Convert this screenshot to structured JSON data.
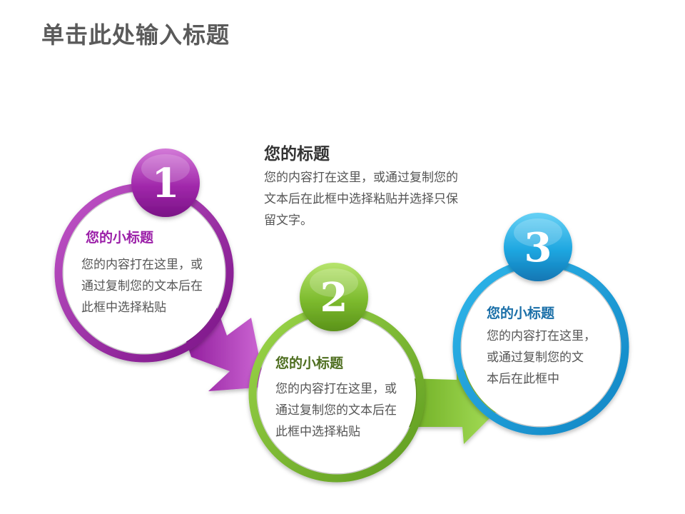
{
  "slide": {
    "title": "单击此处输入标题"
  },
  "header_block": {
    "title": "您的标题",
    "body_lines": [
      "您的内容打在这里，或通过复制您的",
      "文本后在此框中选择粘贴并选择只保",
      "留文字。"
    ]
  },
  "steps": [
    {
      "number": "1",
      "subtitle": "您的小标题",
      "body_lines": [
        "您的内容打在这里，或",
        "通过复制您的文本后在",
        "此框中选择粘贴"
      ],
      "color": "#9b1fa8"
    },
    {
      "number": "2",
      "subtitle": "您的小标题",
      "body_lines": [
        "您的内容打在这里，或",
        "通过复制您的文本后在",
        "此框中选择粘贴"
      ],
      "color": "#5a8a1c"
    },
    {
      "number": "3",
      "subtitle": "您的小标题",
      "body_lines": [
        "您的内容打在这里，",
        "或通过复制您的文",
        "本后在此框中"
      ],
      "color": "#1a7fb8"
    }
  ]
}
